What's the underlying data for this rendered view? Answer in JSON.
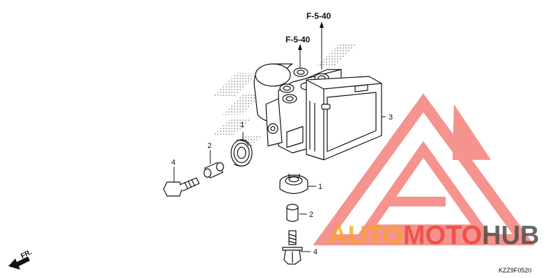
{
  "references": {
    "top": "F-5-40",
    "mid": "F-5-40"
  },
  "callouts": {
    "c1a": "1",
    "c1b": "1",
    "c2a": "2",
    "c2b": "2",
    "c3": "3",
    "c4a": "4",
    "c4b": "4"
  },
  "direction": "FR.",
  "diagram_code": "KZZ9F0520",
  "watermark": {
    "auto": "AUTO",
    "moto": "MOTO",
    "hub": "HUB"
  },
  "colors": {
    "watermark_red": "#ee3b33",
    "watermark_orange": "#f6a321",
    "watermark_gray": "#4d4d4d",
    "line": "#111111"
  }
}
